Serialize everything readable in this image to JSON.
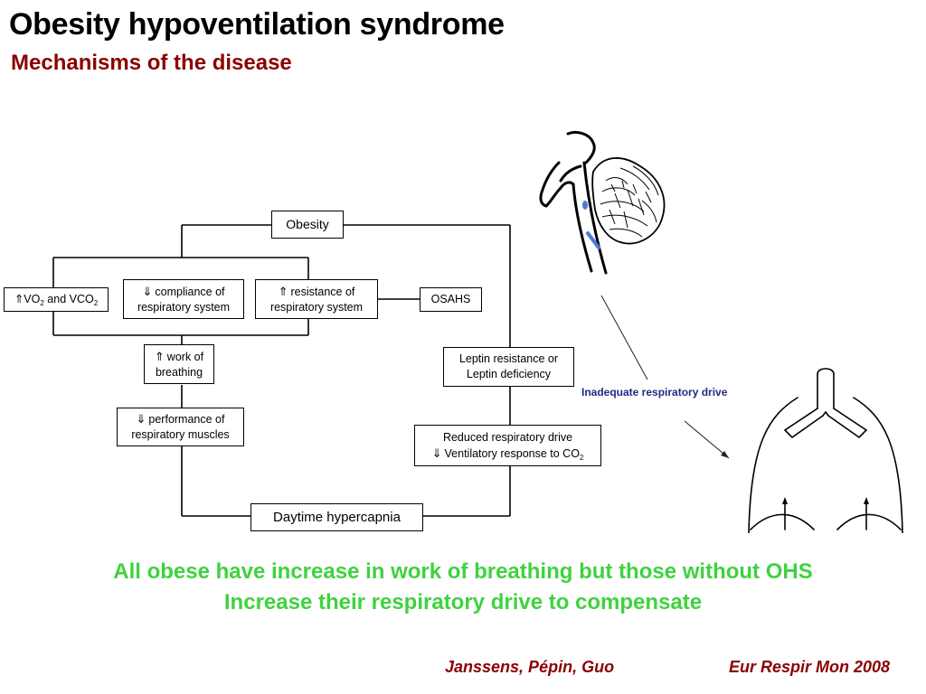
{
  "header": {
    "title": "Obesity hypoventilation syndrome",
    "subtitle": "Mechanisms of the disease"
  },
  "diagram": {
    "obesity": "Obesity",
    "vo2_prefix": "⇑VO",
    "vo2_and": " and VCO",
    "sub2": "2",
    "compliance_arrow": "⇓",
    "compliance_line1": "compliance of",
    "compliance_line2": "respiratory system",
    "resistance_arrow": "⇑",
    "resistance_line1": "resistance of",
    "resistance_line2": "respiratory system",
    "osahs": "OSAHS",
    "wob_arrow": "⇑",
    "wob_line1": "work of",
    "wob_line2": "breathing",
    "perf_arrow": "⇓",
    "perf_line1": "performance of",
    "perf_line2": "respiratory muscles",
    "leptin_line1": "Leptin resistance or",
    "leptin_line2": "Leptin deficiency",
    "reduced_line1": "Reduced respiratory drive",
    "reduced_arrow": "⇓",
    "reduced_line2": "Ventilatory response to CO",
    "hypercapnia": "Daytime hypercapnia"
  },
  "illustration": {
    "drive_label": "Inadequate respiratory  drive",
    "brain_icon": "brainstem-icon",
    "chest_icon": "thorax-lungs-icon"
  },
  "conclusion": {
    "line1": "All obese have increase in work of breathing but those without OHS",
    "line2": "Increase their respiratory drive to compensate"
  },
  "footer": {
    "authors": "Janssens, Pépin, Guo",
    "journal": "Eur Respir Mon 2008"
  },
  "colors": {
    "title": "#000000",
    "accent_red": "#8b0000",
    "conclusion_green": "#3fd23f",
    "drive_label_blue": "#1f2a80"
  }
}
